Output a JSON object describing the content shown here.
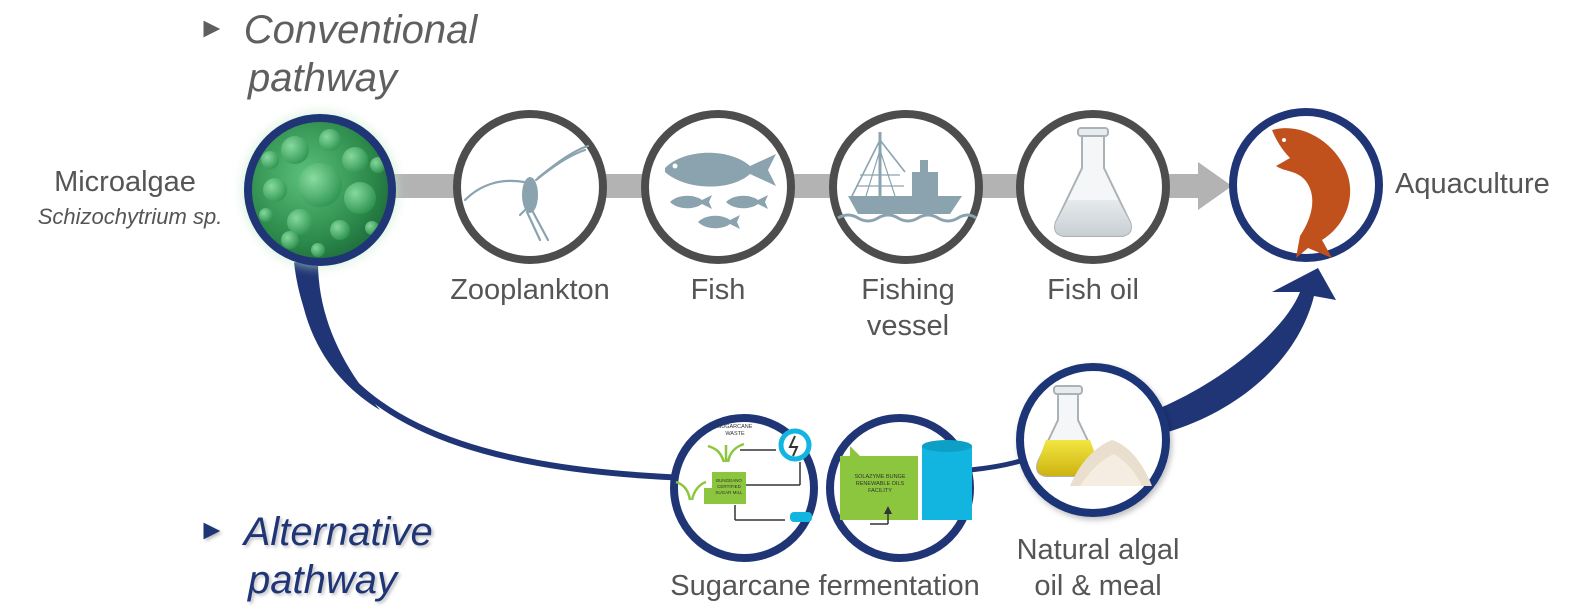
{
  "conventional": {
    "arrow_glyph": "►",
    "title_line1": "Conventional",
    "title_line2": "pathway",
    "stages": [
      {
        "label_line1": "Zooplankton",
        "label_line2": ""
      },
      {
        "label_line1": "Fish",
        "label_line2": ""
      },
      {
        "label_line1": "Fishing",
        "label_line2": "vessel"
      },
      {
        "label_line1": "Fish oil",
        "label_line2": ""
      }
    ]
  },
  "source": {
    "name": "Microalgae",
    "species": "Schizochytrium sp."
  },
  "destination": {
    "name": "Aquaculture"
  },
  "alternative": {
    "arrow_glyph": "►",
    "title_line1": "Alternative",
    "title_line2": "pathway",
    "fermentation_label": "Sugarcane fermentation",
    "oil_label_line1": "Natural algal",
    "oil_label_line2": "oil & meal",
    "inset_text": {
      "sugarcane_line1": "SUGARCANE",
      "sugarcane_line2": "WASTE",
      "mill_line1": "BUNGEANO",
      "mill_line2": "CERTIFIED",
      "mill_line3": "SUGAR MILL",
      "facility_line1": "SOLAZYME BUNGE",
      "facility_line2": "RENEWABLE OILS",
      "facility_line3": "FACILITY"
    }
  },
  "colors": {
    "navy": "#1f3576",
    "ring_gray": "#4d4d4d",
    "icon_blue_gray": "#8aa3ae",
    "arrow_gray": "#b3b3b3",
    "algae_green": "#3aa05a",
    "salmon": "#c0501c",
    "facility_green": "#8cc63f",
    "facility_cyan": "#12b5e0",
    "oil_yellow": "#e2d21a"
  },
  "icons": {
    "zooplankton": "zooplankton-icon",
    "fish": "fish-icon",
    "vessel": "fishing-vessel-icon",
    "flask": "flask-icon",
    "salmon": "salmon-icon",
    "algae": "microalgae-icon"
  }
}
